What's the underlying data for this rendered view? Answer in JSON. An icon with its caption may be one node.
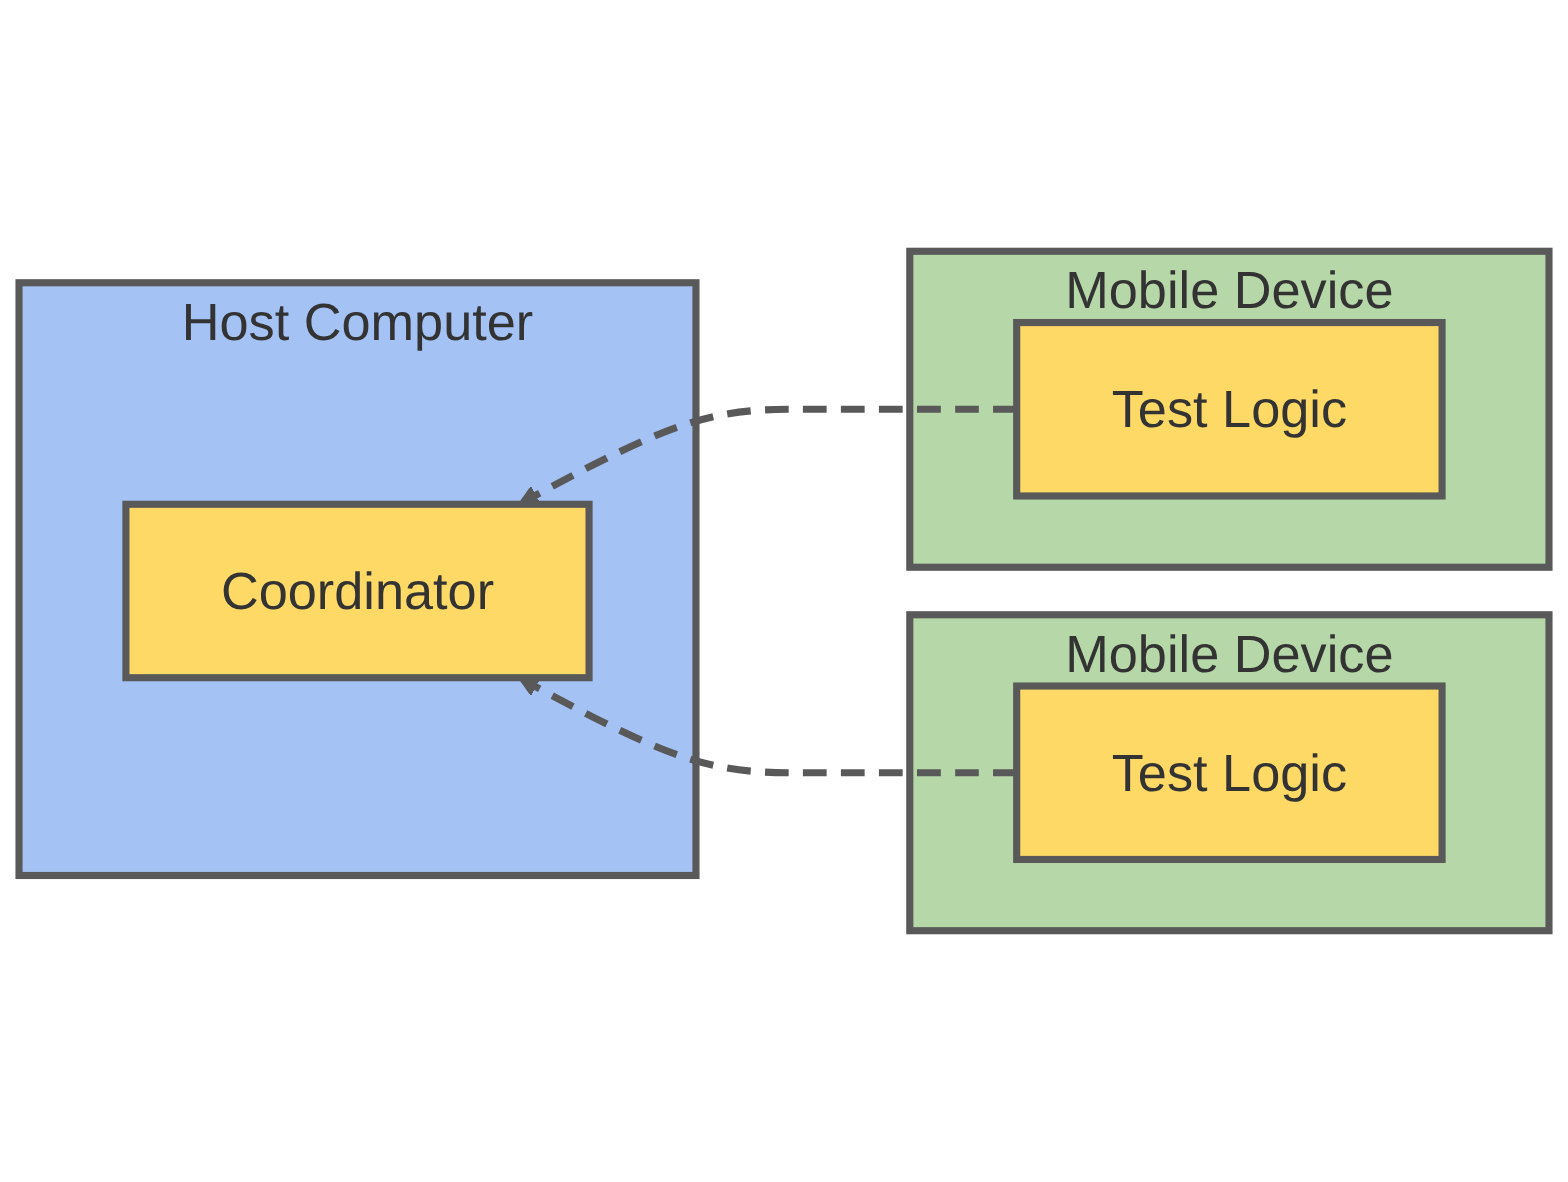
{
  "diagram": {
    "nodes": [
      {
        "text": [
          "Host Computer"
        ]
      },
      {
        "text": [
          "Coordinator"
        ],
        "in": 0
      },
      {
        "text": [
          "Mobile Device"
        ]
      },
      {
        "text": [
          "Test Logic"
        ],
        "in": 2
      },
      {
        "text": [
          "Mobile Device"
        ]
      },
      {
        "text": [
          "Test Logic"
        ],
        "in": 4
      }
    ],
    "edges": [
      {
        "from": 3,
        "to": 1,
        "arrow": "to",
        "style": "dashed"
      },
      {
        "from": 5,
        "to": 1,
        "arrow": "to",
        "style": "dashed"
      }
    ]
  }
}
